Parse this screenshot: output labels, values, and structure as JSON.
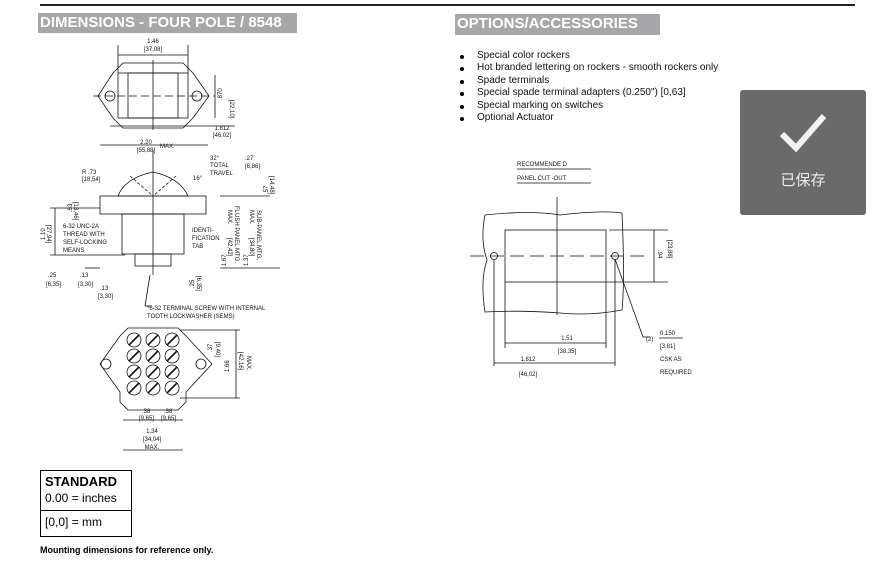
{
  "left_section": {
    "title": "DIMENSIONS - FOUR POLE / 8548",
    "top_view": {
      "width": "1.46",
      "width_mm": "[37,08]",
      "height": ".870",
      "height_mm": "[22,10]",
      "mount": "1.812",
      "mount_mm": "[46,02]",
      "overall": "2.20",
      "overall_mm": "[55,88]",
      "max": "MAX."
    },
    "side_view": {
      "travel_angle": "32°",
      "total": "TOTAL",
      "travel": "TRAVEL",
      "half_angle": "16°",
      "dim_27": ".27",
      "dim_27_mm": "[6,86]",
      "radius": "R .73",
      "radius_mm": "[18,54]",
      "dim_57": ".57",
      "dim_57_mm": "[14,48]",
      "dim_53": ".53",
      "dim_53_mm": "[13,46]",
      "dim_110": "1.10",
      "dim_110_mm": "[27,94]",
      "thread": [
        "6-32 UNC-2A",
        "THREAD WITH",
        "SELF-LOCKING",
        "MEANS"
      ],
      "tab": [
        "IDENTI-",
        "FICATION",
        "TAB"
      ],
      "flush": "1.67",
      "flush_mm": "[42,42]",
      "flush_label": "FLUSH PANEL MTG.",
      "flush_max": "MAX.",
      "sub": "1.37",
      "sub_mm": "[34,80]",
      "sub_label": "SUB-PANEL MTG.",
      "sub_max": "MAX.",
      "dim_25": ".25",
      "dim_25_mm": "[6,35]",
      "dim_13a": ".13",
      "dim_13a_mm": "[3,30]",
      "dim_13b": ".13",
      "dim_13b_mm": "[3,30]",
      "dim_25b": ".25",
      "dim_25b_mm": "[6,35]",
      "screw_note": [
        "*6-32 TERMINAL SCREW WITH INTERNAL",
        "TOOTH LOCKWASHER (SEMS)"
      ]
    },
    "bottom_view": {
      "pitch_v": ".37",
      "pitch_v_mm": "[9,40]",
      "height": "1.66",
      "height_mm": "[42,16]",
      "height_max": "MAX.",
      "pitch_h": ".38",
      "pitch_h_mm": "[9,65]",
      "width": "1.34",
      "width_mm": "[34,04]",
      "width_max": "MAX."
    },
    "standard": {
      "title": "STANDARD",
      "inches": "0.00 = inches",
      "mm": "[0,0] = mm"
    },
    "footnote": "Mounting dimensions for reference only."
  },
  "right_section": {
    "title": "OPTIONS/ACCESSORIES",
    "options": [
      "Special color rockers",
      "Hot branded lettering on rockers - smooth rockers only",
      "Spade terminals",
      "Special spade terminal adapters (0.250\") [0,63]",
      "Special marking on switches",
      "Optional Actuator"
    ],
    "cutout": {
      "title1": "RECOMMENDE D",
      "title2": "PANEL CUT -OUT",
      "height": ".94",
      "height_mm": "[23,88]",
      "width": "1.51",
      "width_mm": "[38,35]",
      "mount": "1.812",
      "mount_mm": "[46,02]",
      "hole_count": "(2)",
      "hole": "0.150",
      "hole_mm": "[3,81]",
      "csk1": "CSK AS",
      "csk2": "REQUIRED"
    }
  },
  "toast": {
    "message": "已保存",
    "icon": "check-icon",
    "color": "#555555"
  }
}
